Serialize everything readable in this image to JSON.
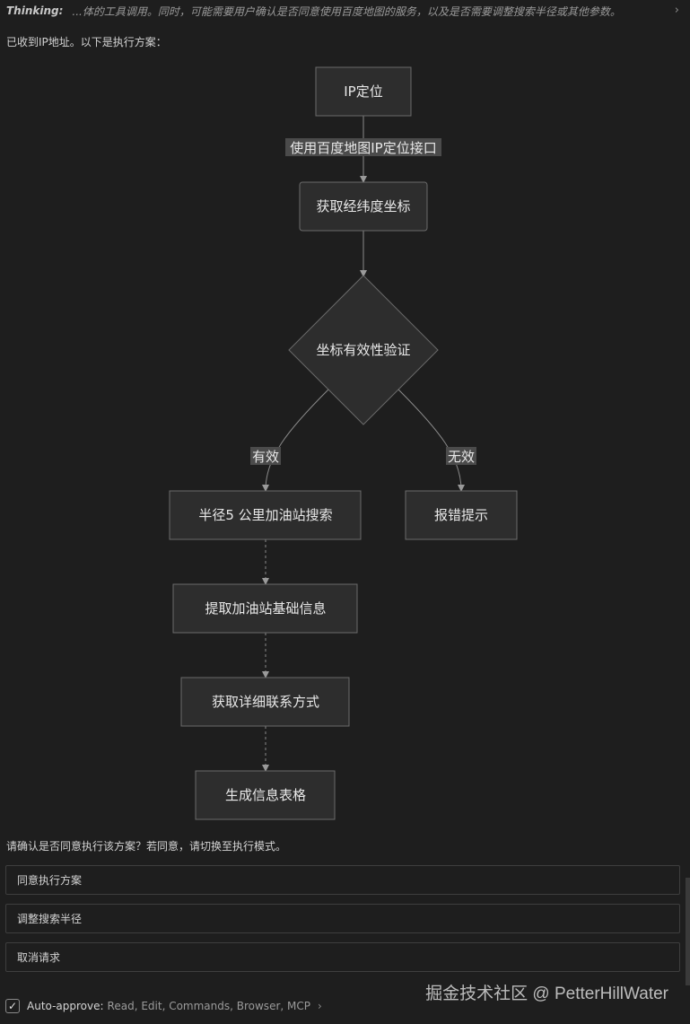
{
  "thinking": {
    "label": "Thinking:",
    "text": "...体的工具调用。同时，可能需要用户确认是否同意使用百度地图的服务，以及是否需要调整搜索半径或其他参数。",
    "chevron": "›"
  },
  "intro_text": "已收到IP地址。以下是执行方案：",
  "flowchart": {
    "nodes": {
      "ip_locate": "IP定位",
      "get_coords": "获取经纬度坐标",
      "validate": "坐标有效性验证",
      "search": "半径5 公里加油站搜索",
      "error": "报错提示",
      "basic_info": "提取加油站基础信息",
      "contact": "获取详细联系方式",
      "table": "生成信息表格"
    },
    "edge_labels": {
      "baidu_api": "使用百度地图IP定位接口",
      "valid": "有效",
      "invalid": "无效"
    }
  },
  "confirm_text": "请确认是否同意执行该方案？若同意，请切换至执行模式。",
  "options": [
    "同意执行方案",
    "调整搜索半径",
    "取消请求"
  ],
  "footer": {
    "checked": true,
    "checkbox_icon": "✓",
    "auto_approve_label": "Auto-approve:",
    "auto_approve_value": "Read, Edit, Commands, Browser, MCP",
    "chevron": "›"
  },
  "watermark": "掘金技术社区 @ PetterHillWater",
  "colors": {
    "background": "#1e1e1e",
    "node_fill": "#2d2d2d",
    "node_stroke": "#6a6a6a",
    "edge_label_bg": "#4b4b4b"
  }
}
